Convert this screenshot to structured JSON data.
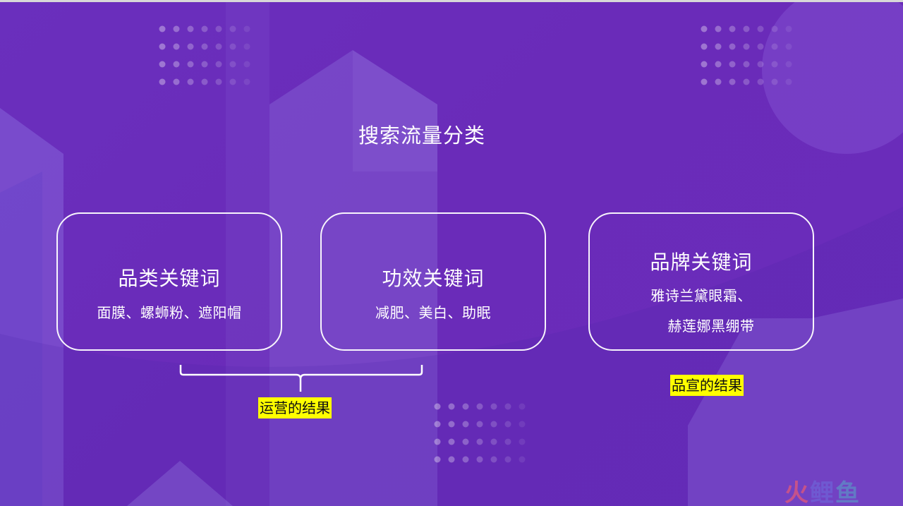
{
  "slide": {
    "title": "搜索流量分类",
    "cards": [
      {
        "title": "品类关键词",
        "desc": [
          "面膜、螺蛳粉、遮阳帽"
        ]
      },
      {
        "title": "功效关键词",
        "desc": [
          "减肥、美白、助眠"
        ]
      },
      {
        "title": "品牌关键词",
        "desc": [
          "雅诗兰黛眼霜、",
          "赫莲娜黑绷带"
        ]
      }
    ],
    "tags": {
      "operations": "运营的结果",
      "brand": "品宣的结果"
    },
    "watermark": [
      "火",
      "鲤",
      "鱼"
    ]
  },
  "colors": {
    "background": "#6a2cba",
    "highlight": "#ffff00",
    "text": "#ffffff"
  }
}
